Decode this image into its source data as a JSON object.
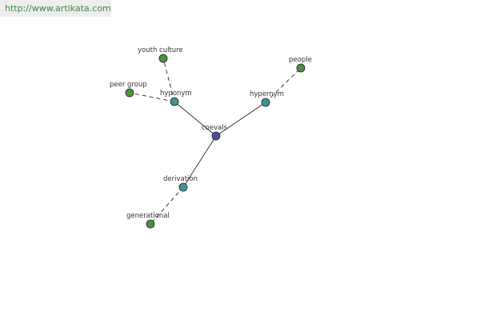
{
  "source": {
    "url_text": "http://www.artikata.com"
  },
  "colors": {
    "center": "#4b4fa0",
    "relation": "#3f9494",
    "leaf": "#4f8f43",
    "node_stroke": "#222222",
    "edge": "#222222",
    "label": "#333333",
    "banner_bg": "#eeeeee",
    "link": "#3c8a3c"
  },
  "graph": {
    "nodes": [
      {
        "id": "coevals",
        "label": "coevals",
        "kind": "center"
      },
      {
        "id": "hyponym",
        "label": "hyponym",
        "kind": "relation"
      },
      {
        "id": "hypernym",
        "label": "hypernym",
        "kind": "relation"
      },
      {
        "id": "derivation",
        "label": "derivation",
        "kind": "relation"
      },
      {
        "id": "youth-culture",
        "label": "youth culture",
        "kind": "leaf"
      },
      {
        "id": "peer-group",
        "label": "peer group",
        "kind": "leaf"
      },
      {
        "id": "people",
        "label": "people",
        "kind": "leaf"
      },
      {
        "id": "generational",
        "label": "generational",
        "kind": "leaf"
      }
    ],
    "edges": [
      {
        "from": "coevals",
        "to": "hyponym",
        "style": "solid"
      },
      {
        "from": "coevals",
        "to": "hypernym",
        "style": "solid"
      },
      {
        "from": "coevals",
        "to": "derivation",
        "style": "solid"
      },
      {
        "from": "hyponym",
        "to": "youth-culture",
        "style": "dashed"
      },
      {
        "from": "hyponym",
        "to": "peer-group",
        "style": "dashed"
      },
      {
        "from": "hypernym",
        "to": "people",
        "style": "dashed"
      },
      {
        "from": "derivation",
        "to": "generational",
        "style": "dashed"
      }
    ]
  }
}
